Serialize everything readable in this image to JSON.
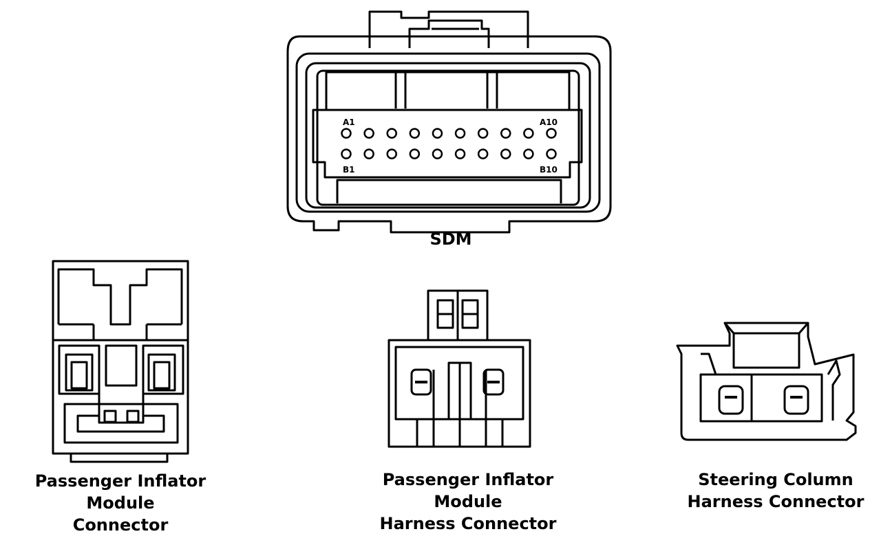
{
  "connectors": {
    "sdm": {
      "title": "SDM",
      "pin_labels": {
        "a_first": "A1",
        "a_last": "A10",
        "b_first": "B1",
        "b_last": "B10"
      },
      "pins_per_row": 10,
      "rows": 2
    },
    "passenger_inflator_module_connector": {
      "title_line1": "Passenger Inflator Module",
      "title_line2": "Connector"
    },
    "passenger_inflator_module_harness_connector": {
      "title_line1": "Passenger Inflator Module",
      "title_line2": "Harness Connector"
    },
    "steering_column_harness_connector": {
      "title_line1": "Steering Column",
      "title_line2": "Harness Connector"
    }
  }
}
